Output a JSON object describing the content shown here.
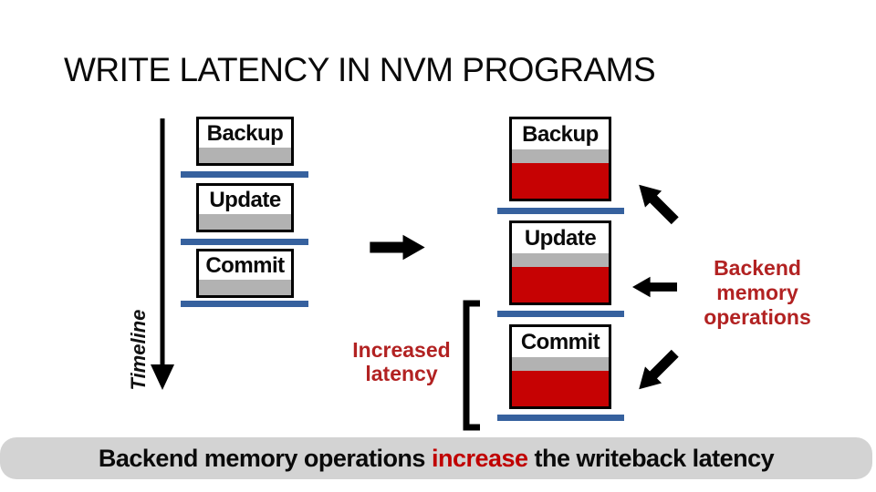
{
  "slide": {
    "title": "WRITE LATENCY IN NVM PROGRAMS",
    "timeline_label": "Timeline",
    "left_column": {
      "steps": [
        "Backup",
        "Update",
        "Commit"
      ]
    },
    "right_column": {
      "steps": [
        "Backup",
        "Update",
        "Commit"
      ]
    },
    "increased_latency": {
      "line1": "Increased",
      "line2": "latency"
    },
    "backend_label": {
      "line1": "Backend",
      "line2": "memory",
      "line3": "operations"
    },
    "footer": {
      "prefix": "Backend memory operations ",
      "highlight": "increase",
      "suffix": " the writeback latency"
    },
    "colors": {
      "box_red": "#c60203",
      "band_gray": "#b2b2b2",
      "bar_blue": "#36619e",
      "annotation_red": "#b22222",
      "footer_highlight_red": "#c00000",
      "footer_bg": "#d3d3d3",
      "ink_black": "#0a0a0a"
    }
  }
}
